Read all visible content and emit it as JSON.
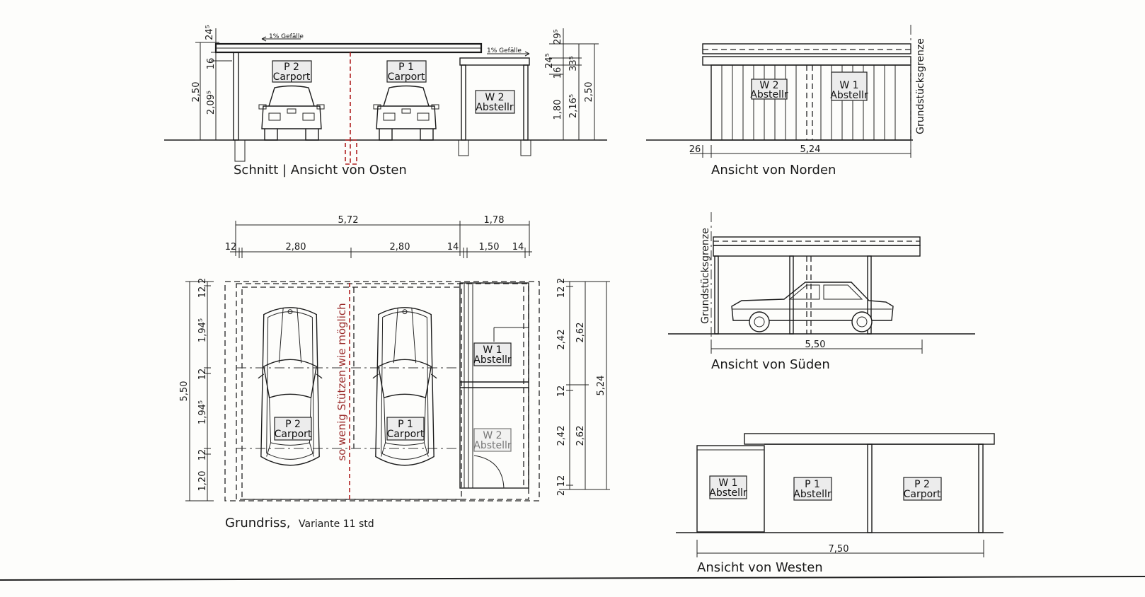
{
  "east_section": {
    "title": "Schnitt | Ansicht von Osten",
    "slope_left": "1% Gefälle",
    "slope_right": "1% Gefälle",
    "labels": [
      {
        "line1": "P 2",
        "line2": "Carport"
      },
      {
        "line1": "P 1",
        "line2": "Carport"
      },
      {
        "line1": "W 2",
        "line2": "Abstellr"
      }
    ],
    "dims_left": {
      "total": "2,50",
      "clear": "2,09⁵",
      "beam": "16",
      "roof": "24⁵"
    },
    "dims_right": {
      "roof": "29⁵",
      "shed_roof": "24⁵",
      "beam": "16",
      "combined": "33⁵",
      "wall": "1,80",
      "shed_clear": "2,16⁵",
      "total": "2,50"
    }
  },
  "north_view": {
    "title": "Ansicht von Norden",
    "boundary": "Grundstücksgrenze",
    "labels": [
      {
        "line1": "W 2",
        "line2": "Abstellr"
      },
      {
        "line1": "W 1",
        "line2": "Abstellr"
      }
    ],
    "dims": {
      "offset": "26",
      "width": "5,24"
    }
  },
  "south_view": {
    "title": "Ansicht von Süden",
    "boundary": "Grundstücksgrenze",
    "dims": {
      "width": "5,50"
    }
  },
  "west_view": {
    "title": "Ansicht von Westen",
    "labels": [
      {
        "line1": "W 1",
        "line2": "Abstellr"
      },
      {
        "line1": "P 1",
        "line2": "Abstellr"
      },
      {
        "line1": "P 2",
        "line2": "Carport"
      }
    ],
    "dims": {
      "width": "7,50"
    }
  },
  "floor_plan": {
    "title": "Grundriss,",
    "variant": "Variante 11 std",
    "note": "so wenig Stützen wie möglich",
    "labels": [
      {
        "line1": "P 2",
        "line2": "Carport"
      },
      {
        "line1": "P 1",
        "line2": "Carport"
      },
      {
        "line1": "W 1",
        "line2": "Abstellr"
      },
      {
        "line1": "W 2",
        "line2": "Abstellr"
      }
    ],
    "dims_top_total": [
      "5,72",
      "1,78"
    ],
    "dims_top_detail": [
      "12",
      "2,80",
      "2,80",
      "14",
      "1,50",
      "14"
    ],
    "dims_left_total": "5,50",
    "dims_left_detail": [
      "2",
      "12",
      "1,94⁵",
      "12",
      "1,94⁵",
      "12",
      "1,20"
    ],
    "dims_right_detail": [
      "2",
      "12",
      "2,42",
      "12",
      "2,42",
      "12",
      "2"
    ],
    "dims_right_mid": [
      "2,62",
      "2,62"
    ],
    "dims_right_total": "5,24"
  },
  "colors": {
    "ink": "#1a1a1a",
    "red_note": "#9a2a2a",
    "paper": "#fdfdfb"
  }
}
